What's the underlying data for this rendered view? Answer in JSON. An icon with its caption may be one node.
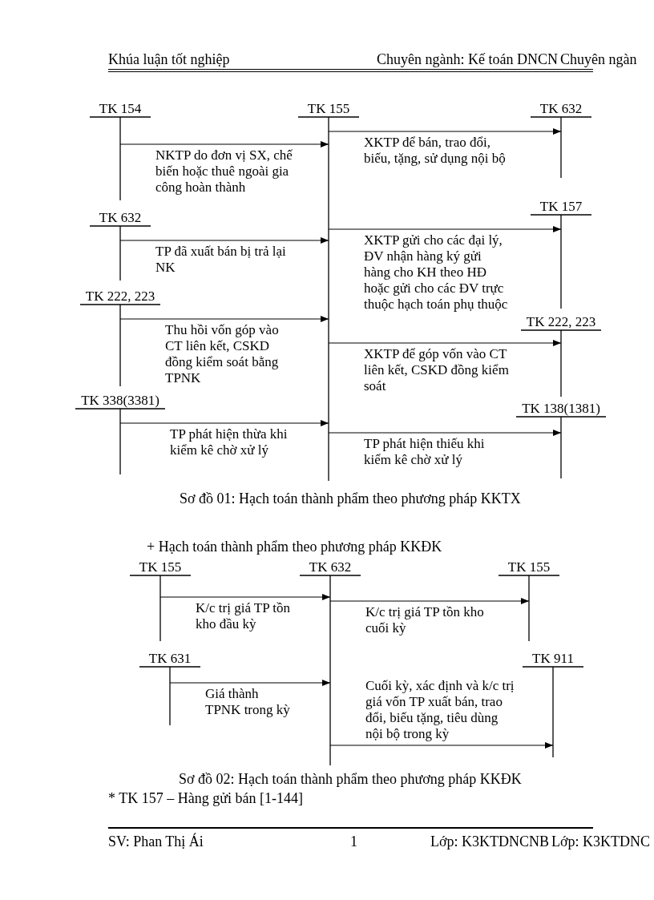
{
  "diagram": {
    "nodes": [
      {
        "text": [
          "TK 154"
        ]
      },
      {
        "text": [
          "TK 155"
        ]
      },
      {
        "text": [
          "TK 632"
        ]
      },
      {
        "text": [
          "TK 632"
        ]
      },
      {
        "text": [
          "TK 157"
        ]
      },
      {
        "text": [
          "TK 222, 223"
        ]
      },
      {
        "text": [
          "TK 222, 223"
        ]
      },
      {
        "text": [
          "TK 338(3381)"
        ]
      },
      {
        "text": [
          "TK 138(1381)"
        ]
      },
      {
        "text": [
          "TK 155"
        ]
      },
      {
        "text": [
          "TK 632"
        ]
      },
      {
        "text": [
          "TK 155"
        ]
      },
      {
        "text": [
          "TK 631"
        ]
      },
      {
        "text": [
          "TK 911"
        ]
      }
    ],
    "edges": [
      {
        "from": 0,
        "to": 1,
        "arrow": "to",
        "label": "NKTP do đơn vị SX, chế biến hoặc thuê ngoài gia công hoàn thành"
      },
      {
        "from": 1,
        "to": 2,
        "arrow": "to",
        "label": "XKTP để bán, trao đổi, biếu, tặng, sử dụng nội bộ"
      },
      {
        "from": 3,
        "to": 1,
        "arrow": "to",
        "label": "TP đã xuất bán bị trả lại NK"
      },
      {
        "from": 1,
        "to": 4,
        "arrow": "to",
        "label": "XKTP gửi cho các đại lý, ĐV nhận hàng ký gửi hàng cho KH theo HĐ hoặc gửi cho các ĐV trực thuộc hạch toán phụ thuộc"
      },
      {
        "from": 5,
        "to": 1,
        "arrow": "to",
        "label": "Thu hồi vốn góp vào CT liên kết, CSKD đồng kiểm soát bằng TPNK"
      },
      {
        "from": 1,
        "to": 6,
        "arrow": "to",
        "label": "XKTP để góp vốn vào CT liên kết, CSKD đồng kiểm soát"
      },
      {
        "from": 7,
        "to": 1,
        "arrow": "to",
        "label": "TP phát hiện thừa khi kiểm kê chờ xử lý"
      },
      {
        "from": 1,
        "to": 8,
        "arrow": "to",
        "label": "TP phát hiện thiếu khi kiểm kê chờ xử lý"
      },
      {
        "from": 9,
        "to": 10,
        "arrow": "to",
        "label": "K/c trị giá TP tồn kho đầu kỳ"
      },
      {
        "from": 10,
        "to": 11,
        "arrow": "to",
        "label": "K/c trị giá TP tồn kho cuối kỳ"
      },
      {
        "from": 12,
        "to": 10,
        "arrow": "to",
        "label": "Giá thành TPNK trong kỳ"
      },
      {
        "from": 10,
        "to": 13,
        "arrow": "to",
        "label": "Cuối kỳ, xác định và k/c trị giá vốn TP xuất bán, trao đổi, biếu tặng, tiêu dùng nội bộ trong kỳ"
      }
    ],
    "labels": [
      "Khúa luận tốt nghiệp",
      "Chuyên ngành: Kế toán DNCN",
      "Chuyên ngàn",
      "Sơ đồ 01: Hạch toán thành phẩm theo phương pháp KKTX",
      "+ Hạch toán thành phẩm theo phương pháp KKĐK",
      "Sơ đồ 02: Hạch toán thành phẩm theo phương pháp KKĐK",
      "* TK 157 – Hàng gửi bán [1-144]",
      "SV: Phan Thị Ái",
      "1",
      "Lớp: K3KTDNCNB",
      "Lớp: K3KTDNC"
    ]
  }
}
